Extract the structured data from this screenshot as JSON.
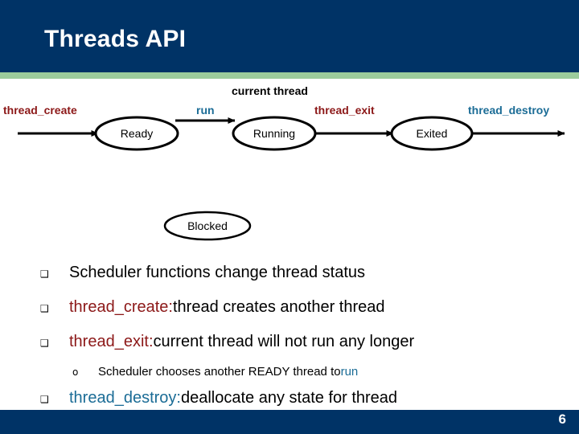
{
  "slide": {
    "title": "Threads API",
    "page_number": "6",
    "colors": {
      "header_bg": "#003366",
      "header_rule": "#9ccc9c",
      "footer_bg": "#003366",
      "maroon": "#8c1818",
      "teal": "#1b6c96",
      "black": "#000000",
      "white": "#ffffff"
    }
  },
  "diagram": {
    "type": "state-machine",
    "nodes": [
      {
        "id": "ready",
        "label": "Ready"
      },
      {
        "id": "running",
        "label": "Running"
      },
      {
        "id": "exited",
        "label": "Exited"
      },
      {
        "id": "blocked",
        "label": "Blocked"
      }
    ],
    "transitions": [
      {
        "id": "create",
        "label": "thread_create",
        "color": "maroon",
        "from": "",
        "to": "ready"
      },
      {
        "id": "run",
        "label": "run",
        "color": "teal",
        "from": "ready",
        "to": "running"
      },
      {
        "id": "current",
        "label": "current thread",
        "color": "black",
        "from": "",
        "to": "running"
      },
      {
        "id": "exit",
        "label": "thread_exit",
        "color": "maroon",
        "from": "running",
        "to": "exited"
      },
      {
        "id": "destroy",
        "label": "thread_destroy",
        "color": "teal",
        "from": "exited",
        "to": ""
      }
    ]
  },
  "bullets": [
    {
      "level": 1,
      "marker": "square-bullet",
      "keyword": "",
      "keyword_color": "",
      "text": "Scheduler functions change thread status"
    },
    {
      "level": 1,
      "marker": "square-bullet",
      "keyword": "thread_create:",
      "keyword_color": "maroon",
      "text": " thread creates another thread"
    },
    {
      "level": 1,
      "marker": "square-bullet",
      "keyword": "thread_exit:",
      "keyword_color": "maroon",
      "text": " current thread will not run any longer"
    },
    {
      "level": 2,
      "marker": "circle-bullet",
      "keyword": "",
      "keyword_color": "",
      "text": "Scheduler chooses another READY thread to ",
      "trailing_keyword": "run",
      "trailing_keyword_color": "teal"
    },
    {
      "level": 1,
      "marker": "square-bullet",
      "keyword": "thread_destroy:",
      "keyword_color": "teal",
      "text": " deallocate any state for thread"
    }
  ]
}
